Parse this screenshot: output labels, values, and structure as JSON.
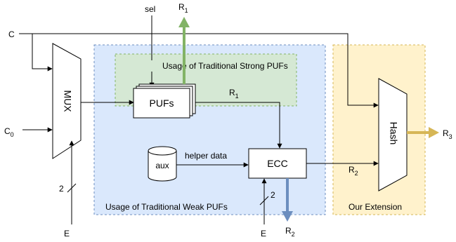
{
  "regions": {
    "weak": {
      "label": "Usage of Traditional Weak PUFs",
      "fill": "#dae8fc",
      "stroke": "#6c8ebf"
    },
    "strong": {
      "label": "Usage of Traditional Strong PUFs",
      "fill": "#d5e8d4",
      "stroke": "#82b366"
    },
    "extension": {
      "label": "Our Extension",
      "fill": "#fff2cc",
      "stroke": "#d6b656"
    }
  },
  "blocks": {
    "mux": "MUX",
    "pufs": "PUFs",
    "ecc": "ECC",
    "aux": "aux",
    "hash": "Hash"
  },
  "signals": {
    "c": "C",
    "c0_base": "C",
    "c0_sub": "0",
    "sel": "sel",
    "e_left": "E",
    "e_right": "E",
    "bus_left": "2",
    "bus_right": "2",
    "helper": "helper data",
    "r1_top_base": "R",
    "r1_top_sub": "1",
    "r1_mid_base": "R",
    "r1_mid_sub": "1",
    "r2_mid_base": "R",
    "r2_mid_sub": "2",
    "r2_bot_base": "R",
    "r2_bot_sub": "2",
    "r3_base": "R",
    "r3_sub": "3"
  },
  "colors": {
    "r1_arrow": "#82b366",
    "r2_arrow": "#6c8ebf",
    "r3_arrow": "#d6b656"
  }
}
